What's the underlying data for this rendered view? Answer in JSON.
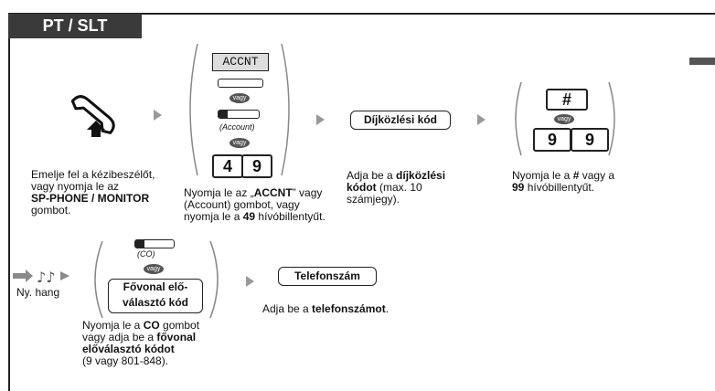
{
  "header": {
    "tab_label": "PT / SLT"
  },
  "step1": {
    "text_plain_1": "Emelje fel a kézibeszélőt,",
    "text_plain_2": "vagy nyomja le az",
    "text_bold": "SP-PHONE / MONITOR",
    "text_plain_3": "gombot."
  },
  "step2": {
    "lcd_label": "ACCNT",
    "vagy": "vagy",
    "account_label": "(Account)",
    "key_4": "4",
    "key_9": "9",
    "desc_1": "Nyomja le az „",
    "desc_bold1": "ACCNT",
    "desc_2": "” vagy",
    "desc_3": "(Account) gombot, vagy",
    "desc_4": "nyomja le a ",
    "desc_bold2": "49",
    "desc_5": " hívóbillentyűt."
  },
  "step3": {
    "pill": "Díjközlési kód",
    "desc_1": "Adja be a ",
    "desc_bold": "díjközlési kódot",
    "desc_2": " (max. 10 számjegy)."
  },
  "step4": {
    "key_hash": "#",
    "vagy": "vagy",
    "key_9a": "9",
    "key_9b": "9",
    "desc_1": "Nyomja le a ",
    "desc_bold1": "#",
    "desc_2": " vagy a",
    "desc_bold2": "99",
    "desc_3": " hívóbillentyűt."
  },
  "step5": {
    "tone_label": "Ny. hang"
  },
  "step6": {
    "co_label": "(CO)",
    "vagy": "vagy",
    "pill_line1": "Fővonal elő-",
    "pill_line2": "választó kód",
    "desc_1": "Nyomja le a ",
    "desc_bold1": "CO",
    "desc_2": " gombot",
    "desc_3": "vagy adja be a ",
    "desc_bold2": "fővonal előválasztó kódot",
    "desc_4": "(9 vagy 801-848)."
  },
  "step7": {
    "pill": "Telefonszám",
    "desc_1": "Adja be a ",
    "desc_bold": "telefonszámot",
    "desc_2": "."
  }
}
